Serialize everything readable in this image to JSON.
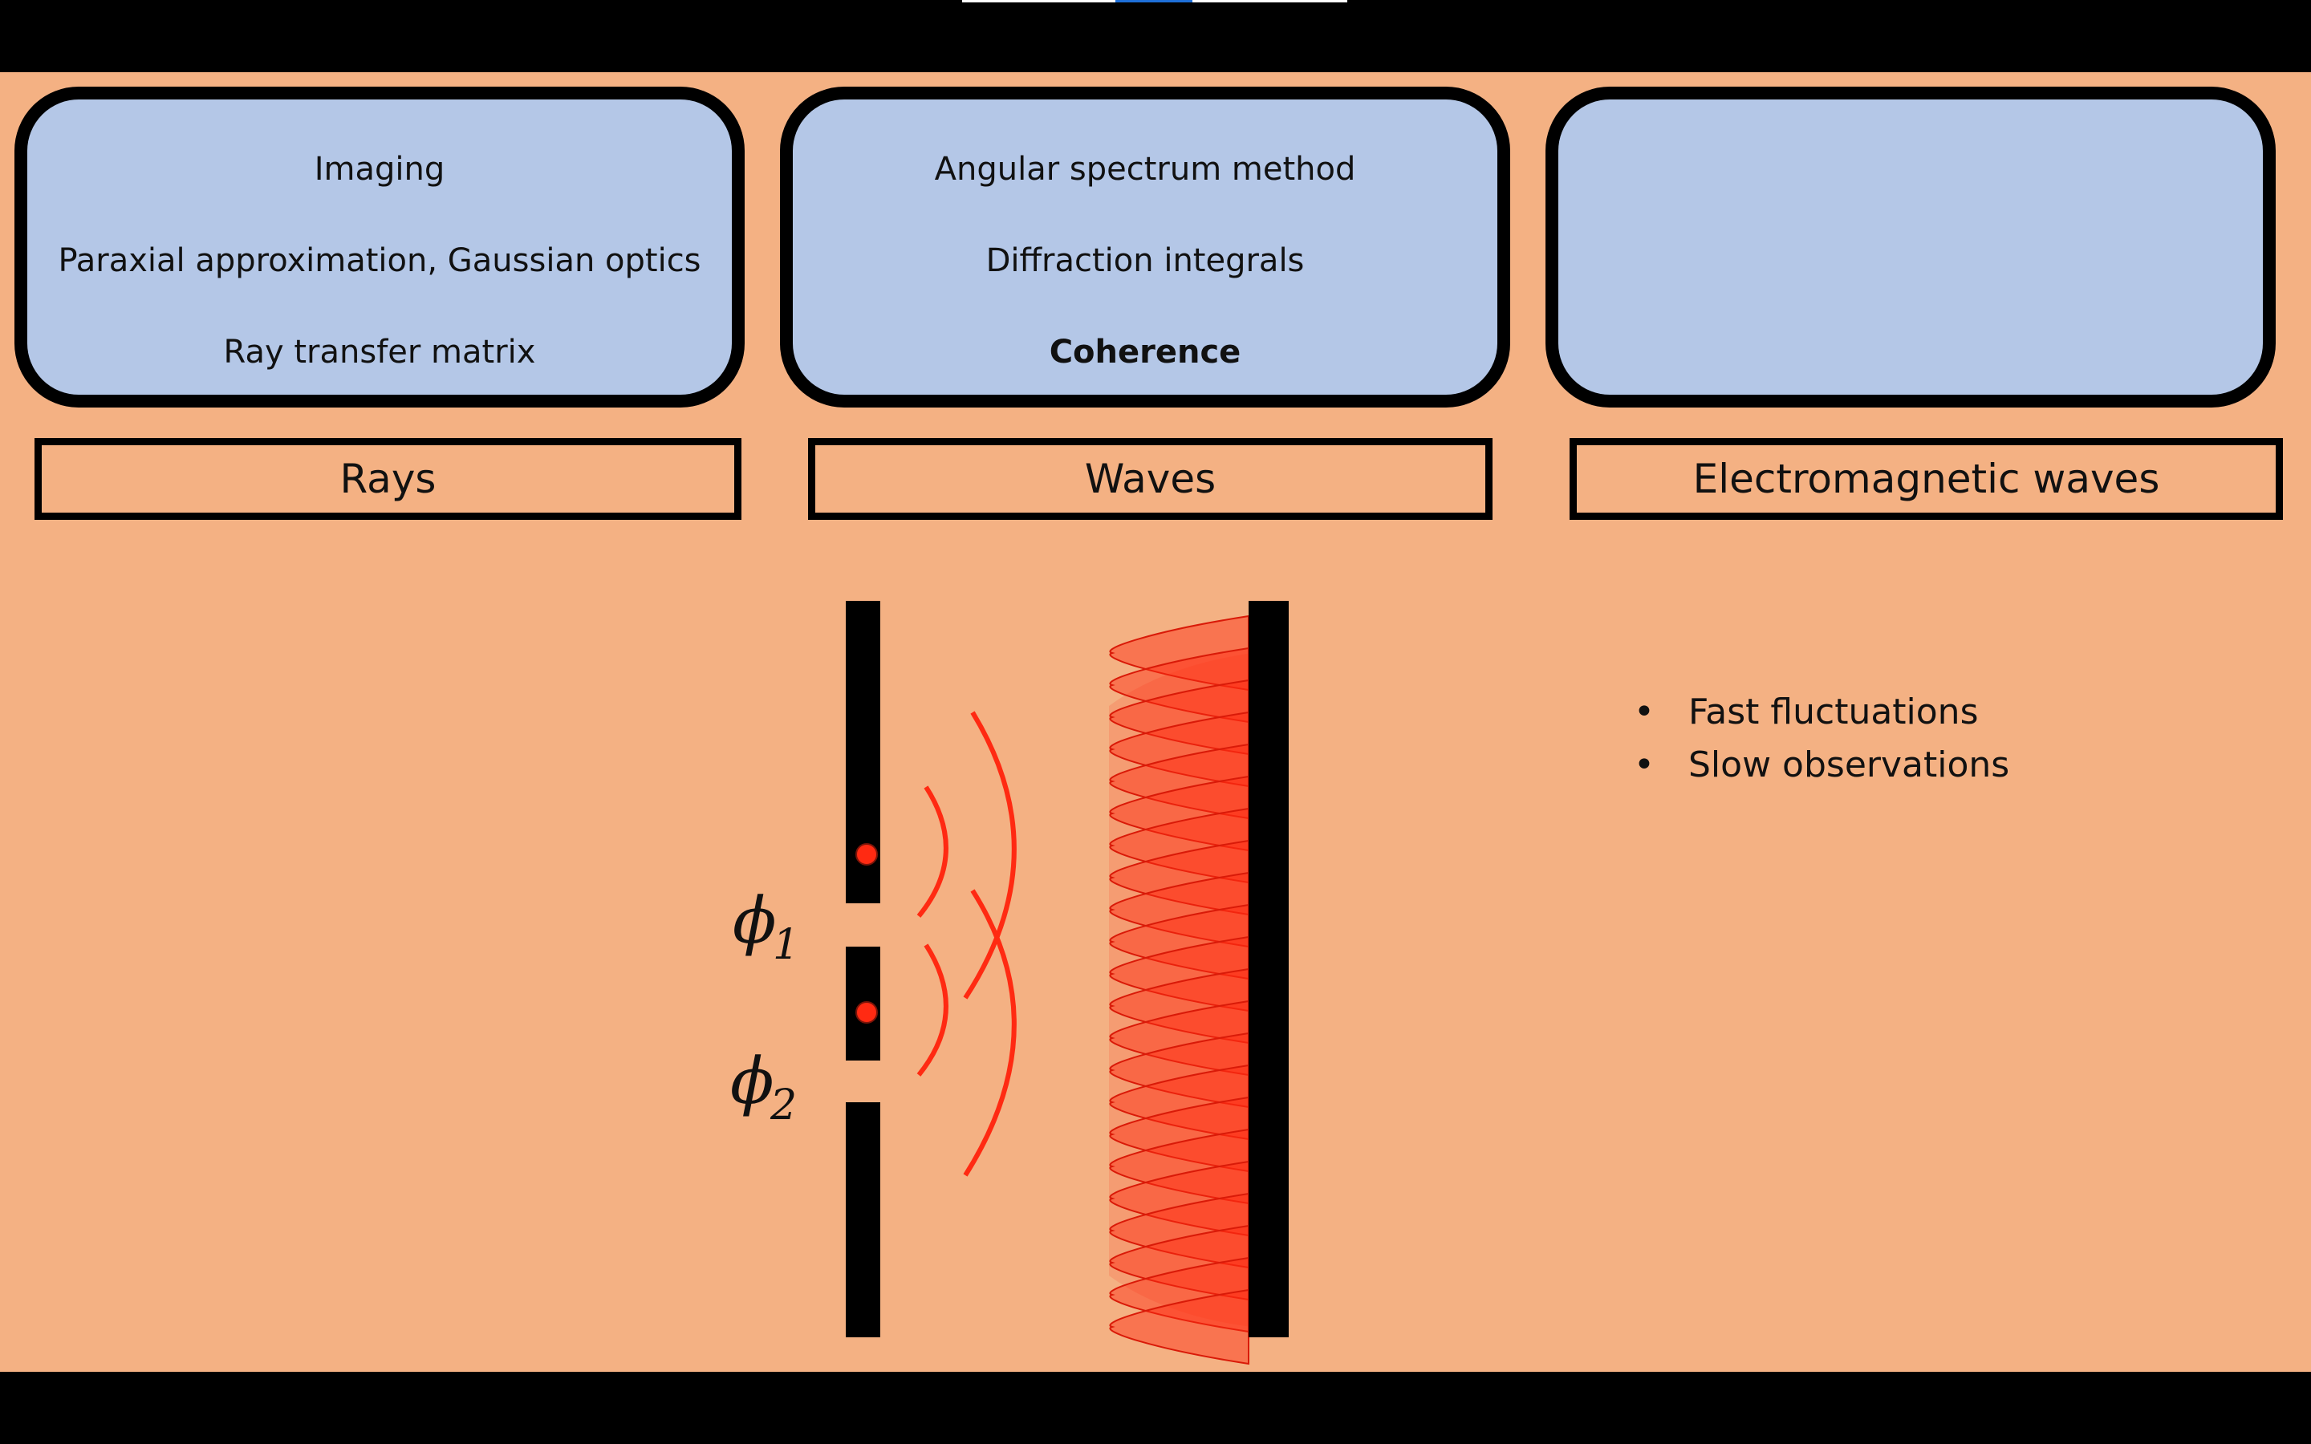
{
  "topics": [
    {
      "items": [
        "Imaging",
        "Paraxial approximation, Gaussian optics",
        "Ray transfer matrix"
      ],
      "label": "Rays"
    },
    {
      "items": [
        "Angular spectrum method",
        "Diffraction integrals",
        "Coherence"
      ],
      "label": "Waves",
      "highlighted": "Coherence"
    },
    {
      "items": [],
      "label": "Electromagnetic waves"
    }
  ],
  "diagram": {
    "phi1": "ϕ",
    "phi1_sub": "1",
    "phi2": "ϕ",
    "phi2_sub": "2"
  },
  "bullets": [
    "Fast fluctuations",
    "Slow observations"
  ],
  "colors": {
    "slide_background": "#f4b183",
    "box_fill": "#b4c7e7",
    "wave": "#ff2a12",
    "video_progress": "#1e6fd9"
  }
}
